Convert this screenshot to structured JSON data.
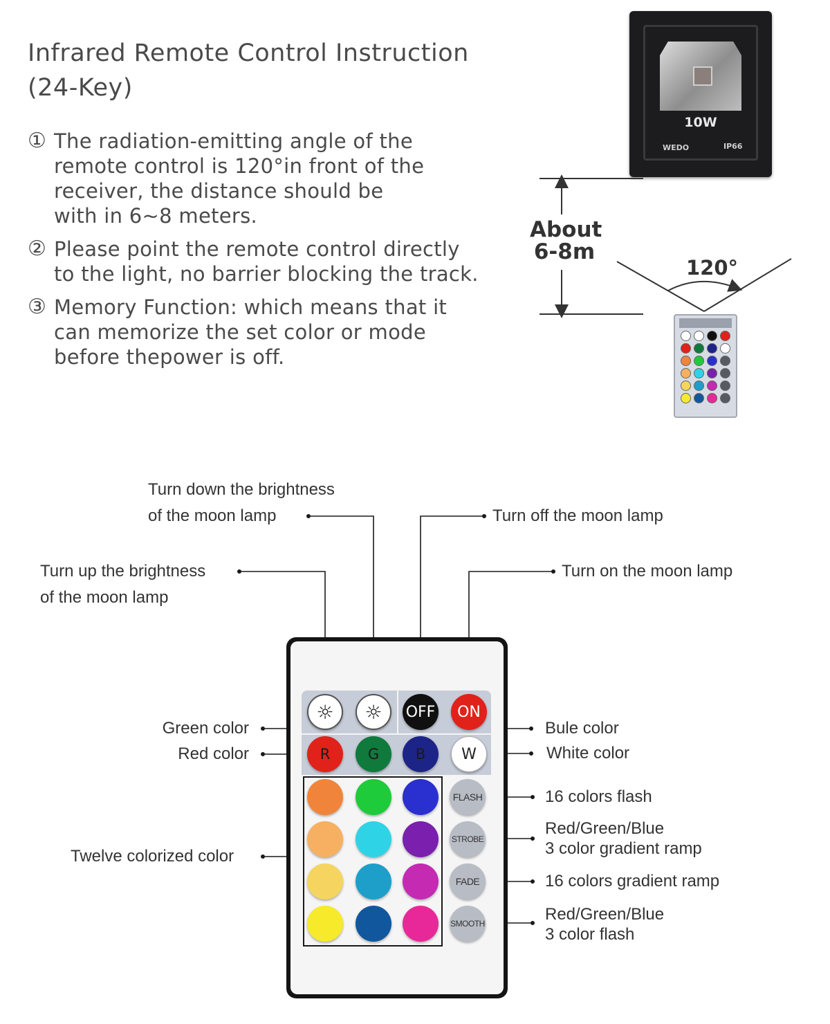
{
  "header": {
    "title_line1": "Infrared Remote Control Instruction",
    "title_line2": "(24-Key)"
  },
  "notes": [
    {
      "num": "①",
      "lines": [
        "The radiation-emitting angle of the",
        "remote control is 120°in front of the",
        "receiver, the distance should be",
        "with in 6~8 meters."
      ]
    },
    {
      "num": "②",
      "lines": [
        "Please point the remote control directly",
        "to the light, no barrier blocking the track."
      ]
    },
    {
      "num": "③",
      "lines": [
        "Memory Function: which means that it",
        "can memorize the set color or mode",
        "before thepower is off."
      ]
    }
  ],
  "fixture": {
    "power": "10W",
    "brand": "WEDO",
    "rating": "IP66"
  },
  "range": {
    "line1": "About",
    "line2": "6-8m",
    "angle": "120°"
  },
  "remote": {
    "sun_up_icon": "sun-arrow-up-icon",
    "sun_down_icon": "sun-arrow-down-icon",
    "off": "OFF",
    "on": "ON",
    "r": "R",
    "g": "G",
    "b": "B",
    "w": "W",
    "flash": "FLASH",
    "strobe": "STROBE",
    "fade": "FADE",
    "smooth": "SMOOTH",
    "color_grid": [
      [
        "#f0843a",
        "#1ecb3a",
        "#2a2fd0"
      ],
      [
        "#f7b062",
        "#2fd3e6",
        "#7a1fae"
      ],
      [
        "#f5d560",
        "#1d9fca",
        "#c42ab2"
      ],
      [
        "#f7ea2a",
        "#10579e",
        "#e82898"
      ]
    ],
    "colors": {
      "red": "#e0221a",
      "green": "#0f7a3c",
      "blue": "#1c2488"
    }
  },
  "callouts": {
    "dim_down": [
      "Turn down the brightness",
      "of the moon lamp"
    ],
    "dim_up": [
      "Turn up the brightness",
      "of the moon lamp"
    ],
    "off": "Turn off the moon lamp",
    "on": "Turn on the moon lamp",
    "green": "Green color",
    "red": "Red color",
    "blue": "Bule color",
    "white": "White color",
    "twelve": "Twelve colorized color",
    "flash": "16 colors flash",
    "strobe": [
      "Red/Green/Blue",
      "3 color gradient ramp"
    ],
    "fade": "16 colors gradient ramp",
    "smooth": [
      "Red/Green/Blue",
      "3 color flash"
    ]
  }
}
